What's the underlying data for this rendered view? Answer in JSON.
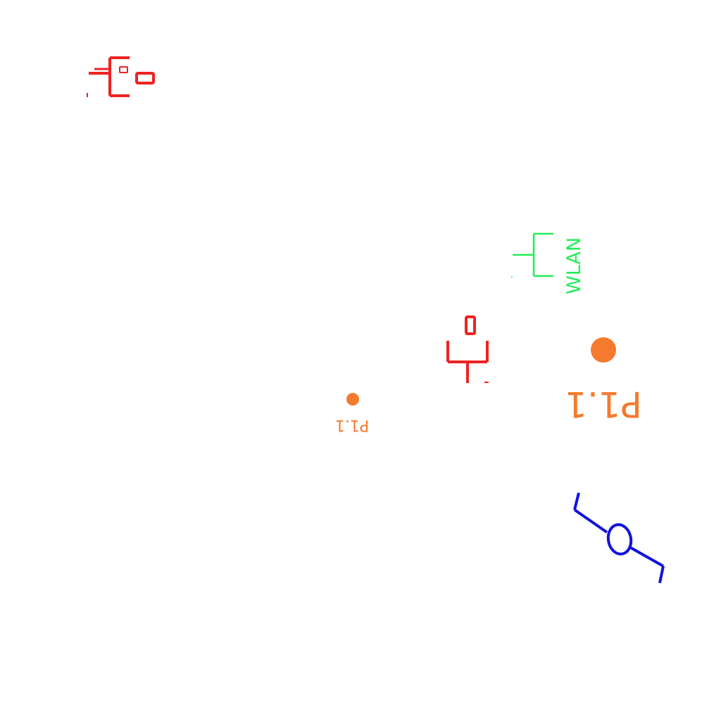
{
  "colors": {
    "background": "#ffffff",
    "red_symbol": "#ee2222",
    "green_symbol": "#22ee55",
    "orange_marker": "#f57a2e",
    "blue_symbol": "#1111dd"
  },
  "symbols": {
    "wlan": {
      "label": "WLAN",
      "icon": "wlan-bracket-icon",
      "color_key": "green_symbol"
    },
    "marker_large": {
      "label": "P1.1",
      "icon": "point-marker-icon",
      "color_key": "orange_marker"
    },
    "marker_small": {
      "label": "P1.1",
      "icon": "point-marker-icon",
      "color_key": "orange_marker"
    },
    "socket_top_left": {
      "icon": "socket-outlet-icon",
      "color_key": "red_symbol"
    },
    "socket_center": {
      "icon": "socket-outlet-icon",
      "color_key": "red_symbol"
    },
    "switch_blue": {
      "icon": "switch-circle-icon",
      "color_key": "blue_symbol"
    }
  }
}
